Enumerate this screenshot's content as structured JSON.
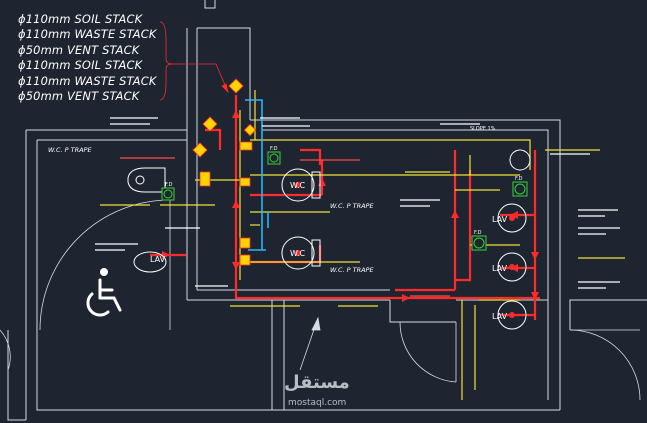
{
  "legend": [
    "ϕ110mm SOIL STACK",
    "ϕ110mm WASTE STACK",
    "ϕ50mm VENT STACK",
    "ϕ110mm SOIL STACK",
    "ϕ110mm WASTE STACK",
    "ϕ50mm VENT STACK"
  ],
  "labels": {
    "wc_p_trape_left": "W.C. P TRAPE",
    "wc_p_trape_mid": "W.C. P TRAPE",
    "wc_p_trape_low": "W.C. P TRAPE",
    "wc_1": "W.C",
    "wc_2": "W.C",
    "lav_left": "LAV",
    "lav_1": "LAV",
    "lav_2": "LAV",
    "lav_3": "LAV",
    "fd_1": "F.D",
    "fd_2": "F.D",
    "fd_3": "F.D",
    "fd_4": "F.D",
    "slope": "SLOPE 1%"
  },
  "watermark": {
    "arabic": "مستقل",
    "latin": "mostaql.com"
  },
  "colors": {
    "background": "#1e2531",
    "walls": "#d7dce3",
    "soil_pipe": "#ff2a2a",
    "waste_pipe": "#f0e23a",
    "vent_pipe": "#29b6f6",
    "fixture": "#ffffff",
    "fitting": "#ffd400",
    "floor_drain": "#3ad13a"
  },
  "icons": [
    "wheelchair-accessibility-icon",
    "floor-drain-icon",
    "cleanout-icon"
  ]
}
